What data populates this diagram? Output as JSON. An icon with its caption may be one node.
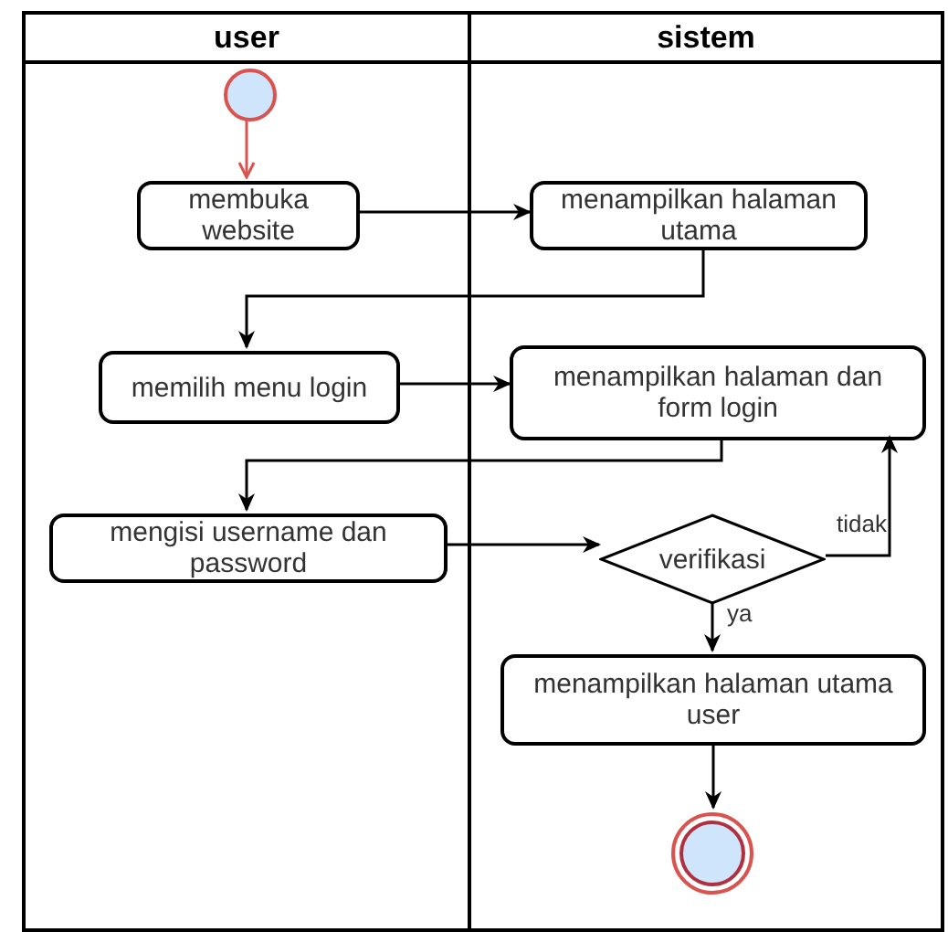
{
  "diagram": {
    "nodes": [
      {
        "text": [
          "user"
        ]
      },
      {
        "text": [
          "sistem"
        ]
      },
      {
        "text": [],
        "shape": "circle",
        "in": 0
      },
      {
        "text": [
          "membuka website"
        ],
        "in": 0
      },
      {
        "text": [
          "menampilkan halaman utama"
        ],
        "in": 1
      },
      {
        "text": [
          "memilih menu login"
        ],
        "in": 0
      },
      {
        "text": [
          "menampilkan halaman dan form login"
        ],
        "in": 1
      },
      {
        "text": [
          "mengisi username dan password"
        ],
        "in": 0
      },
      {
        "text": [
          "verifikasi"
        ],
        "in": 1
      },
      {
        "text": [
          "menampilkan halaman utama user"
        ],
        "in": 1
      },
      {
        "text": [],
        "shape": "circle",
        "in": 1
      }
    ],
    "edges": [
      {
        "from": 2,
        "to": 3,
        "arrow": "to",
        "color": "#d9534f"
      },
      {
        "from": 3,
        "to": 4,
        "arrow": "to"
      },
      {
        "from": 4,
        "to": 5,
        "arrow": "to"
      },
      {
        "from": 5,
        "to": 6,
        "arrow": "to"
      },
      {
        "from": 6,
        "to": 7,
        "arrow": "to"
      },
      {
        "from": 7,
        "to": 8,
        "arrow": "to"
      },
      {
        "from": 8,
        "to": 6,
        "arrow": "to",
        "label": "tidak"
      },
      {
        "from": 8,
        "to": 9,
        "arrow": "to",
        "label": "ya"
      },
      {
        "from": 9,
        "to": 10,
        "arrow": "to"
      }
    ]
  }
}
